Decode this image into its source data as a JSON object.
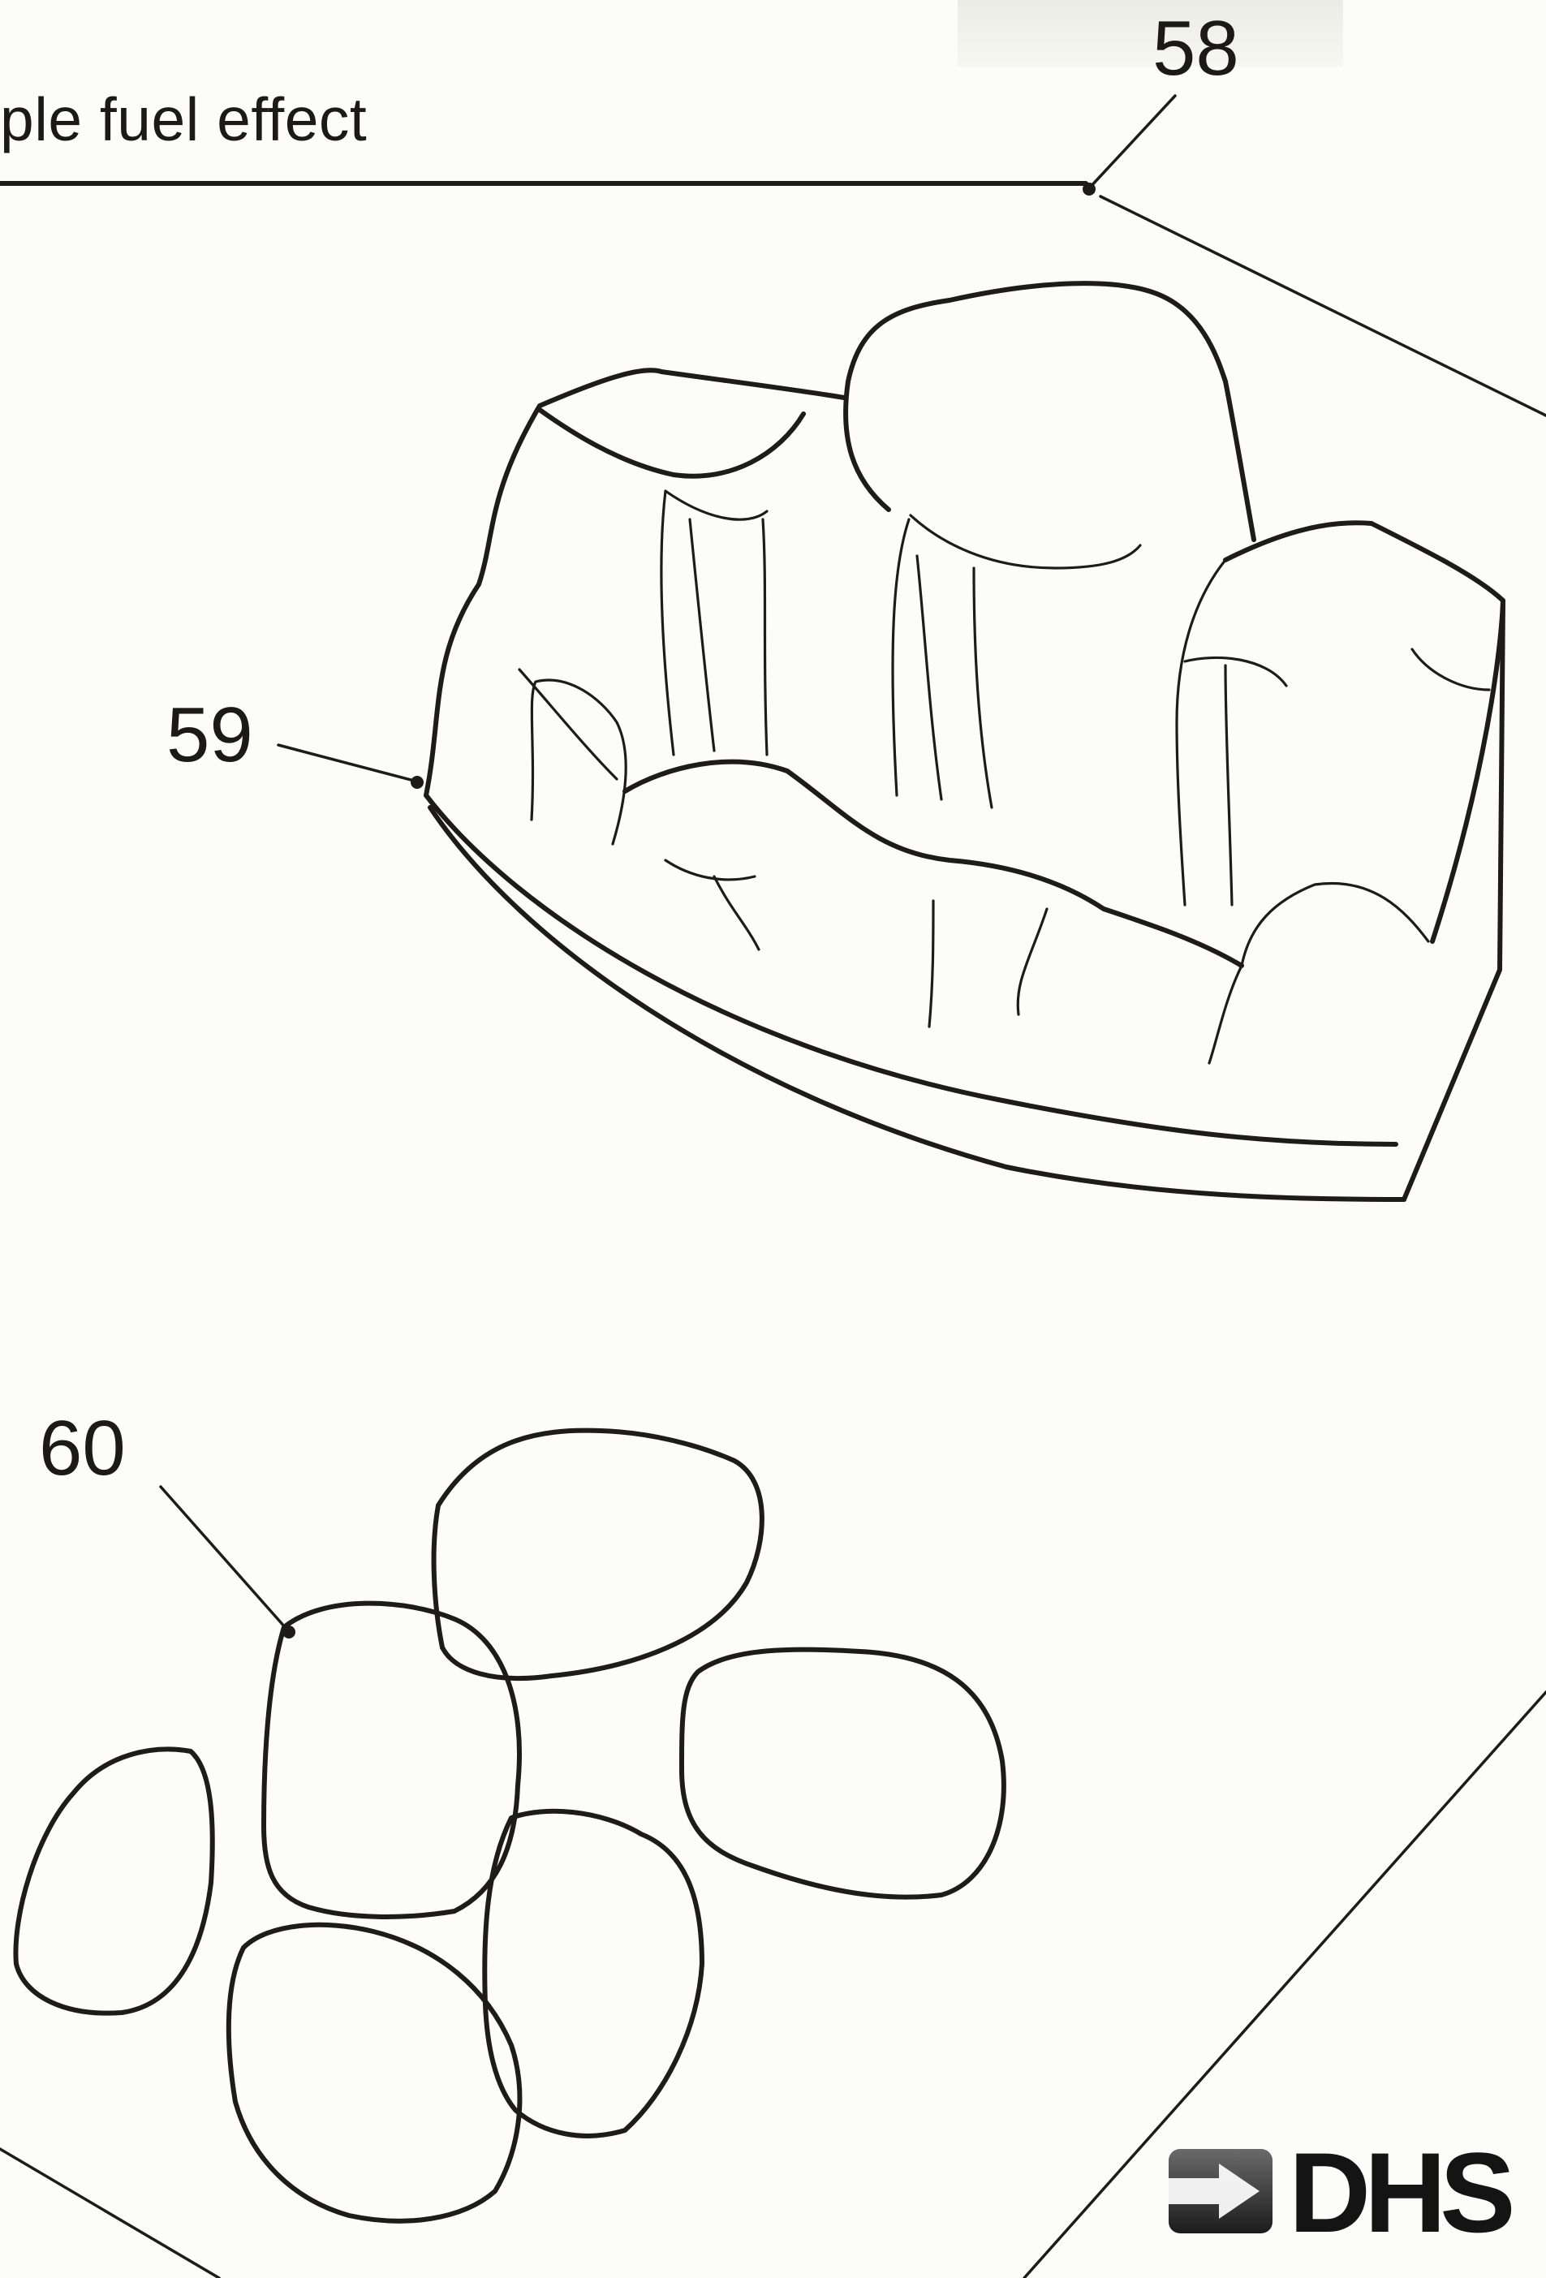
{
  "heading": {
    "text": "ple fuel effect"
  },
  "labels": {
    "fuel_bed": "58",
    "fuel_base": "59",
    "pebbles": "60"
  },
  "logo": {
    "text": "DHS"
  }
}
